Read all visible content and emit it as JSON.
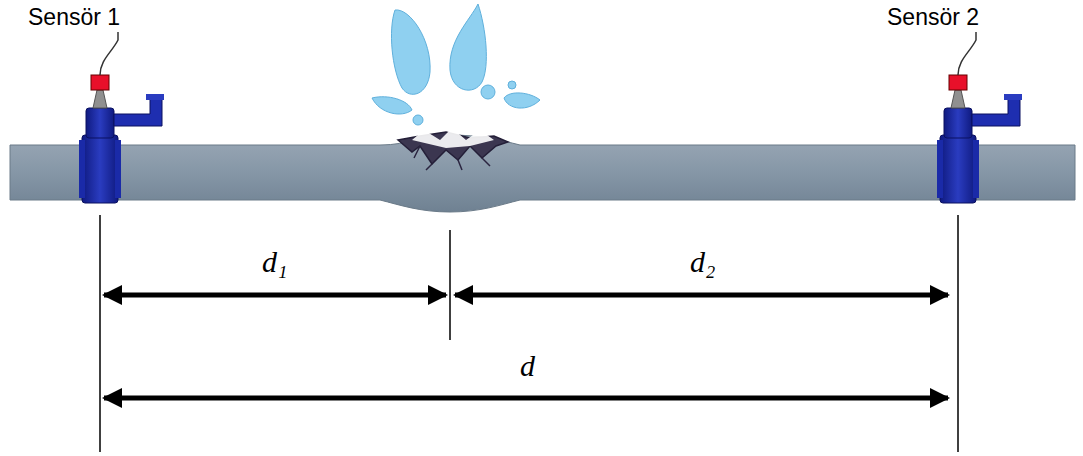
{
  "diagram": {
    "labels": [
      "Sensör 1",
      "Sensör 2",
      "d₁",
      "d₂",
      "d"
    ]
  }
}
